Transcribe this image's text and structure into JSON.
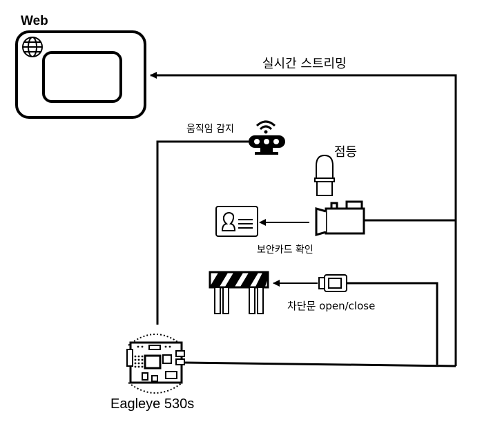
{
  "labels": {
    "web": "Web",
    "streaming": "실시간 스트리밍",
    "motion": "움직임 감지",
    "light": "점등",
    "id_card": "보안카드 확인",
    "barrier": "차단문 open/close",
    "board": "Eagleye 530s"
  },
  "icons": [
    "globe-icon",
    "motion-sensor-icon",
    "light-bulb-icon",
    "camera-icon",
    "id-card-icon",
    "barrier-icon",
    "actuator-icon",
    "board-icon"
  ],
  "colors": {
    "line": "#000000",
    "background": "#ffffff"
  }
}
